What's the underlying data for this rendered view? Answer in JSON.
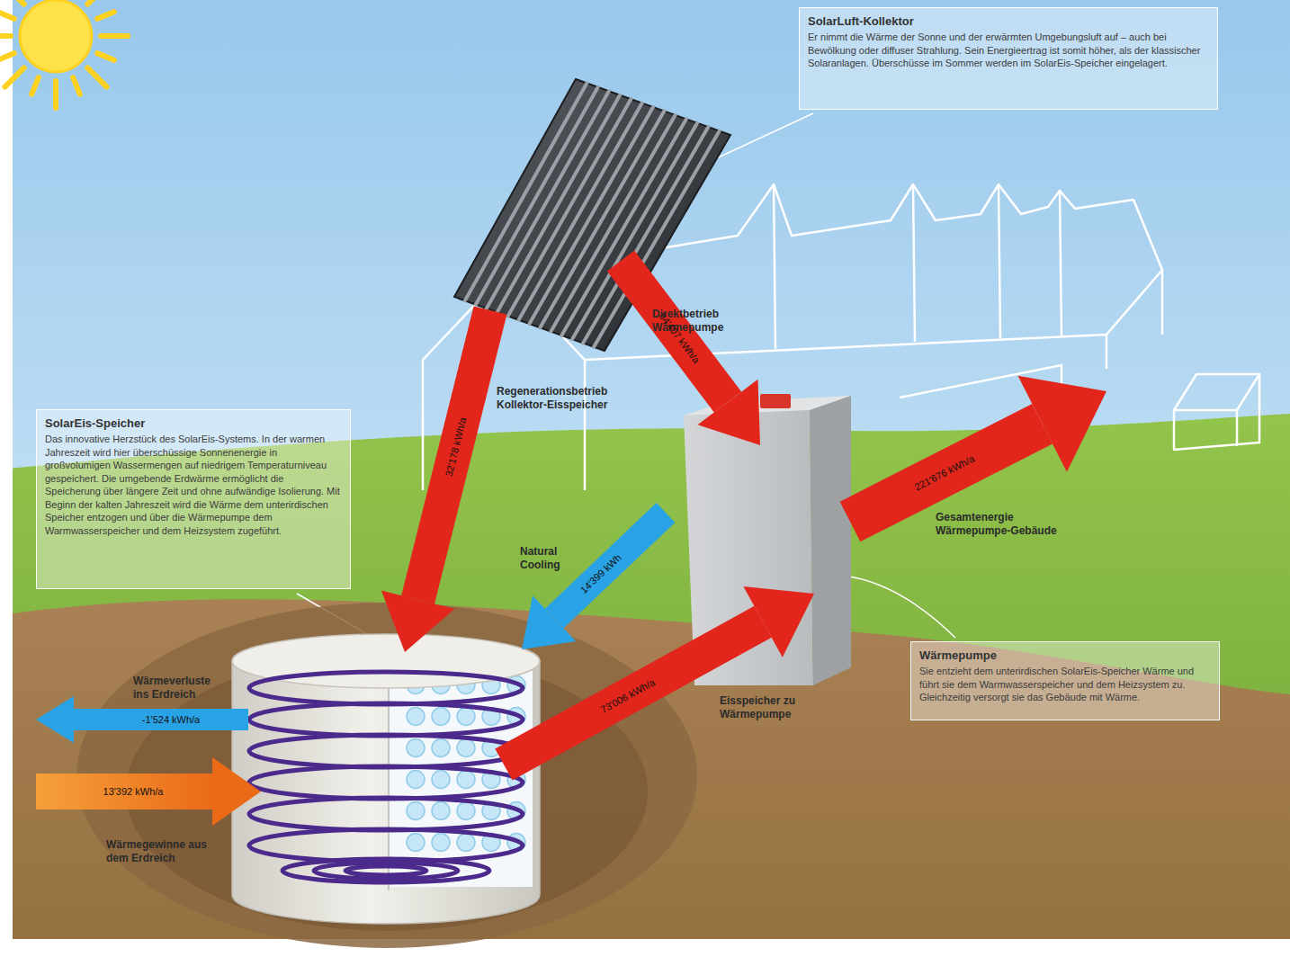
{
  "diagram": {
    "nodes": [
      {
        "text": [
          "SolarLuft-Kollektor",
          "Er nimmt die Wärme der Sonne und der erwärmten Umgebungsluft auf – auch bei Bewölkung oder diffuser Strahlung. Sein Energieertrag ist somit höher, als der klassischer Solaranlagen. Überschüsse im Sommer werden im SolarEis-Speicher eingelagert."
        ]
      },
      {
        "text": [
          "SolarEis-Speicher",
          "Das innovative Herzstück des SolarEis-Systems. In der warmen Jahreszeit wird hier überschüssige Sonnenenergie in großvolumigen Wassermengen auf niedrigem Temperaturniveau gespeichert. Die umgebende Erdwärme ermöglicht die Speicherung über längere Zeit und ohne aufwändige Isolierung. Mit Beginn der kalten Jahreszeit wird die Wärme dem unterirdischen Speicher entzogen und über die Wärmepumpe dem Warmwasserspeicher und dem Heizsystem zugeführt."
        ]
      },
      {
        "text": [
          "Wärmepumpe",
          "Sie entzieht dem unterirdischen SolarEis-Speicher Wärme und führt sie dem Warmwasserspeicher und dem Heizsystem zu. Gleichzeitig versorgt sie das Gebäude mit Wärme."
        ]
      }
    ],
    "labels": [
      "Direktbetrieb Wärmepumpe",
      "84'407 kWh/a",
      "Regenerationsbetrieb Kollektor-Eisspeicher",
      "32'178 kWh/a",
      "Natural Cooling",
      "14'399 kWh",
      "221'676 kWh/a",
      "Gesamtenergie Wärmepumpe-Gebäude",
      "73'006 kWh/a",
      "Eisspeicher zu Wärmepumpe",
      "Wärmeverluste ins Erdreich",
      "-1'524 kWh/a",
      "13'392 kWh/a",
      "Wärmegewinne aus dem Erdreich"
    ]
  }
}
